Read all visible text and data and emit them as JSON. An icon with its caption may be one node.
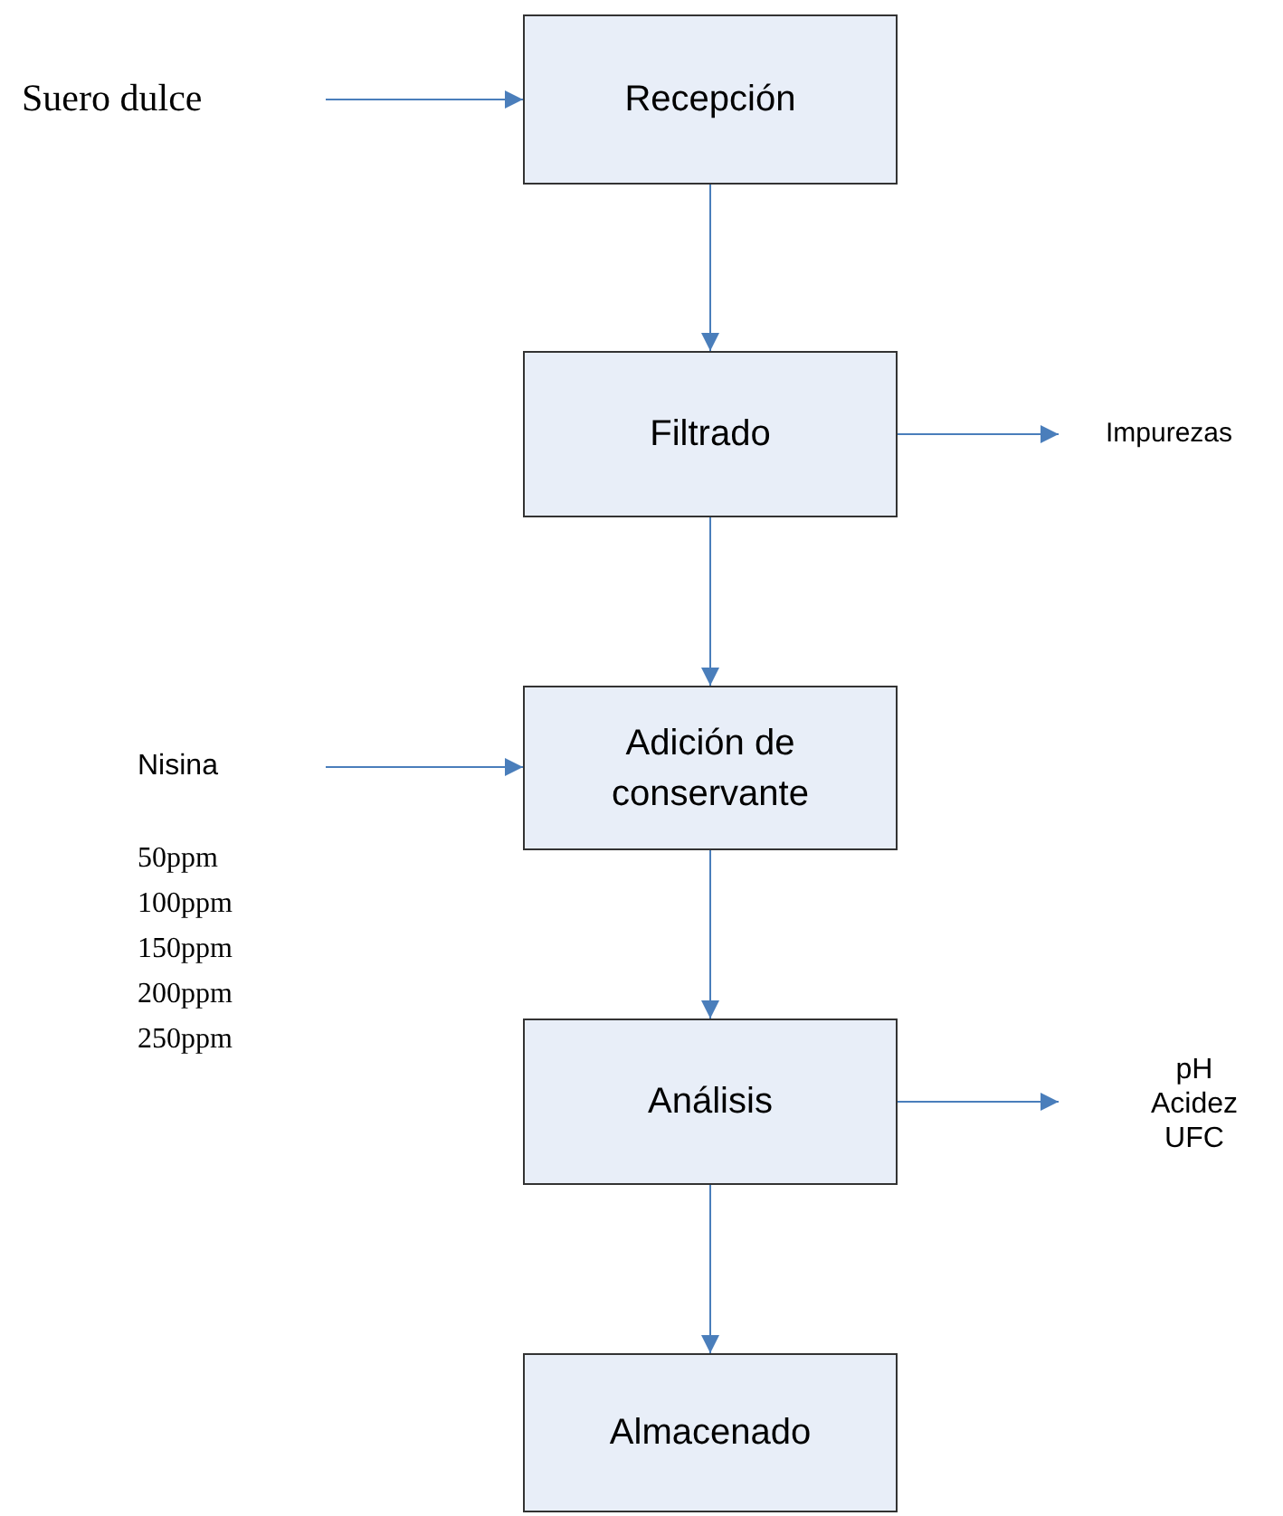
{
  "diagram": {
    "nodes": [
      {
        "text": [
          "Suero dulce"
        ]
      },
      {
        "text": [
          "Recepción"
        ]
      },
      {
        "text": [
          "Filtrado"
        ]
      },
      {
        "text": [
          "Impurezas"
        ]
      },
      {
        "text": [
          "Nisina"
        ],
        "beside": [
          "50ppm",
          "100ppm",
          "150ppm",
          "200ppm",
          "250ppm"
        ]
      },
      {
        "text": [
          "Adición de conservante"
        ]
      },
      {
        "text": [
          "Análisis"
        ]
      },
      {
        "text": [
          "pH",
          "Acidez",
          "UFC"
        ]
      },
      {
        "text": [
          "Almacenado"
        ]
      }
    ],
    "edges": [
      {
        "from": 0,
        "to": 1,
        "arrow": "to"
      },
      {
        "from": 1,
        "to": 2,
        "arrow": "to"
      },
      {
        "from": 2,
        "to": 3,
        "arrow": "to"
      },
      {
        "from": 2,
        "to": 5,
        "arrow": "to"
      },
      {
        "from": 4,
        "to": 5,
        "arrow": "to"
      },
      {
        "from": 5,
        "to": 6,
        "arrow": "to"
      },
      {
        "from": 6,
        "to": 7,
        "arrow": "to"
      },
      {
        "from": 6,
        "to": 8,
        "arrow": "to"
      }
    ]
  }
}
